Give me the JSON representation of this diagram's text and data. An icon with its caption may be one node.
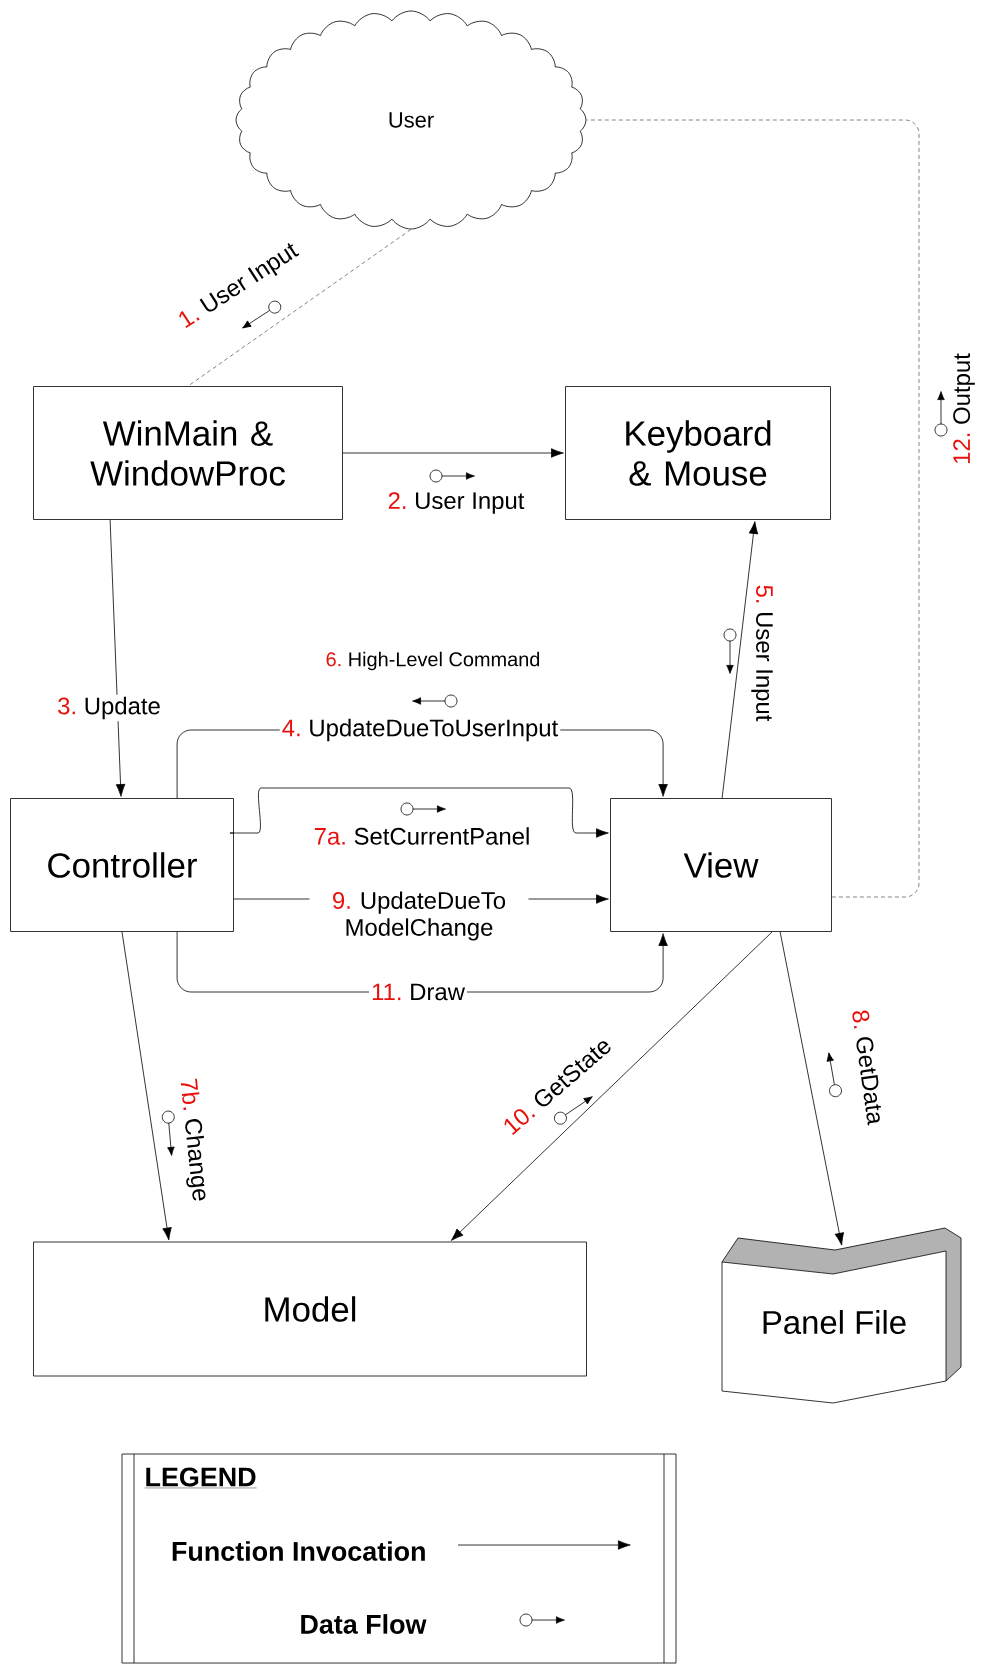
{
  "diagram": {
    "nodes": [
      {
        "text": [
          "User"
        ]
      },
      {
        "text": [
          "WinMain & WindowProc"
        ]
      },
      {
        "text": [
          "Keyboard & Mouse"
        ]
      },
      {
        "text": [
          "Controller"
        ]
      },
      {
        "text": [
          "View"
        ]
      },
      {
        "text": [
          "Model"
        ]
      },
      {
        "text": [
          "Panel File"
        ]
      }
    ],
    "edges": [
      {
        "from": 0,
        "to": 1,
        "arrow": "none",
        "style": "dashed",
        "color": "#666666",
        "label": "User Input"
      },
      {
        "from": 1,
        "to": 2,
        "arrow": "to",
        "label": "User Input"
      },
      {
        "from": 1,
        "to": 3,
        "arrow": "to",
        "label": "Update"
      },
      {
        "from": 3,
        "to": 4,
        "arrow": "to",
        "label": "UpdateDueToUserInput"
      },
      {
        "from": 4,
        "to": 2,
        "arrow": "to",
        "label": "User Input"
      },
      {
        "from": 3,
        "to": 4,
        "arrow": "to",
        "label": "SetCurrentPanel"
      },
      {
        "from": 3,
        "to": 5,
        "arrow": "to",
        "label": "Change"
      },
      {
        "from": 4,
        "to": 6,
        "arrow": "to",
        "label": "GetData"
      },
      {
        "from": 3,
        "to": 4,
        "arrow": "to",
        "label": "UpdateDueTo ModelChange"
      },
      {
        "from": 4,
        "to": 5,
        "arrow": "to",
        "label": "GetState"
      },
      {
        "from": 3,
        "to": 4,
        "arrow": "to",
        "label": "Draw"
      },
      {
        "from": 4,
        "to": 0,
        "arrow": "none",
        "style": "dashed",
        "color": "#666666",
        "label": "Output"
      }
    ],
    "labels": [
      "1.",
      "2.",
      "3.",
      "4.",
      "5.",
      "6.",
      "High-Level Command",
      "7a.",
      "7b.",
      "8.",
      "9.",
      "10.",
      "11.",
      "12.",
      "LEGEND"
    ],
    "legend": [
      {
        "text": "Function Invocation"
      },
      {
        "text": "Data Flow"
      }
    ]
  }
}
